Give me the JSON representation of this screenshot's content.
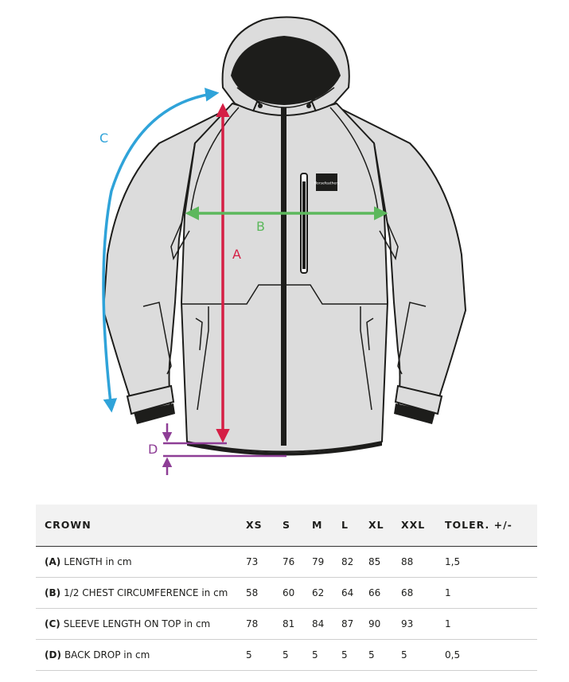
{
  "diagram": {
    "brand_label": "Horsefeathers",
    "labels": {
      "a": "A",
      "b": "B",
      "c": "C",
      "d": "D"
    },
    "colors": {
      "jacket_fill": "#dcdcdc",
      "outline": "#1d1d1b",
      "arrow_a": "#d51f45",
      "arrow_b": "#5cb85c",
      "arrow_c": "#2fa3d9",
      "arrow_d": "#8e3e96"
    }
  },
  "table": {
    "model": "CROWN",
    "sizes": [
      "XS",
      "S",
      "M",
      "L",
      "XL",
      "XXL"
    ],
    "tolerance_header": "TOLER. +/-",
    "rows": [
      {
        "key": "(A)",
        "label": "LENGTH in cm",
        "values": [
          "73",
          "76",
          "79",
          "82",
          "85",
          "88"
        ],
        "tolerance": "1,5"
      },
      {
        "key": "(B)",
        "label": "1/2 CHEST CIRCUMFERENCE in cm",
        "values": [
          "58",
          "60",
          "62",
          "64",
          "66",
          "68"
        ],
        "tolerance": "1"
      },
      {
        "key": "(C)",
        "label": "SLEEVE LENGTH ON TOP in cm",
        "values": [
          "78",
          "81",
          "84",
          "87",
          "90",
          "93"
        ],
        "tolerance": "1"
      },
      {
        "key": "(D)",
        "label": "BACK DROP in cm",
        "values": [
          "5",
          "5",
          "5",
          "5",
          "5",
          "5"
        ],
        "tolerance": "0,5"
      }
    ]
  }
}
